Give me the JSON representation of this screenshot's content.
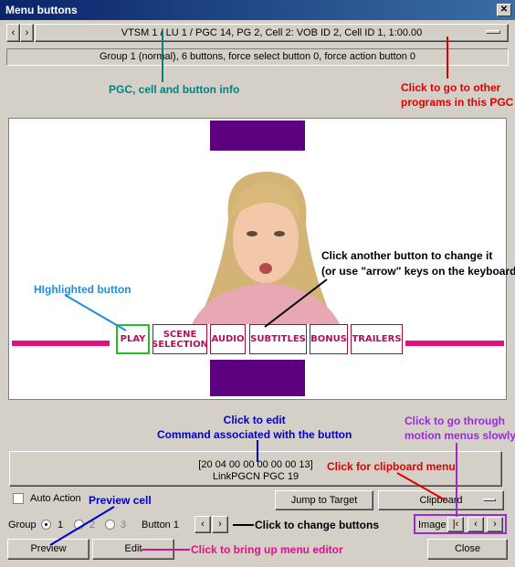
{
  "window": {
    "title": "Menu buttons",
    "close_glyph": "✕"
  },
  "nav": {
    "prev": "‹",
    "next": "›",
    "location": "VTSM 1 / LU 1 / PGC 14, PG 2, Cell 2: VOB ID 2, Cell ID 1, 1:00.00"
  },
  "info": {
    "group_line": "Group 1 (normal), 6 buttons, force select button 0, force action button 0"
  },
  "preview": {
    "buttons": [
      {
        "label": "PLAY"
      },
      {
        "label": "SCENE\nSELECTION"
      },
      {
        "label": "AUDIO"
      },
      {
        "label": "SUBTITLES"
      },
      {
        "label": "BONUS"
      },
      {
        "label": "TRAILERS"
      }
    ],
    "colors": {
      "bar_purple": "#5c0080",
      "bar_pink": "#e0107c",
      "highlight": "#22c022"
    }
  },
  "command": {
    "line1": "[20 04 00 00 00 00 00 13]",
    "line2": "LinkPGCN PGC 19"
  },
  "controls": {
    "auto_action": "Auto Action",
    "jump_to_target": "Jump to Target",
    "clipboard": "Clipboard",
    "group_label": "Group",
    "group_options": [
      "1",
      "2",
      "3"
    ],
    "button_label": "Button 1",
    "image_label": "Image",
    "image_first": "|‹",
    "image_prev": "‹",
    "image_next": "›",
    "preview": "Preview",
    "edit": "Edit",
    "close": "Close"
  },
  "annotations": {
    "pgc_info": "PGC, cell and button info",
    "other_programs": "Click to go to other\nprograms in this PGC",
    "highlighted": "HIghlighted button",
    "change_button": "Click another button to change it\n(or use \"arrow\" keys on the keyboard)",
    "edit_command": "Click to edit\nCommand associated with the button",
    "motion_menus": "Click to go through\nmotion menus slowly",
    "clipboard_menu": "Click for clipboard menu",
    "preview_cell": "Preview cell",
    "change_buttons": "Click to change buttons",
    "menu_editor": "Click to bring up menu editor"
  }
}
